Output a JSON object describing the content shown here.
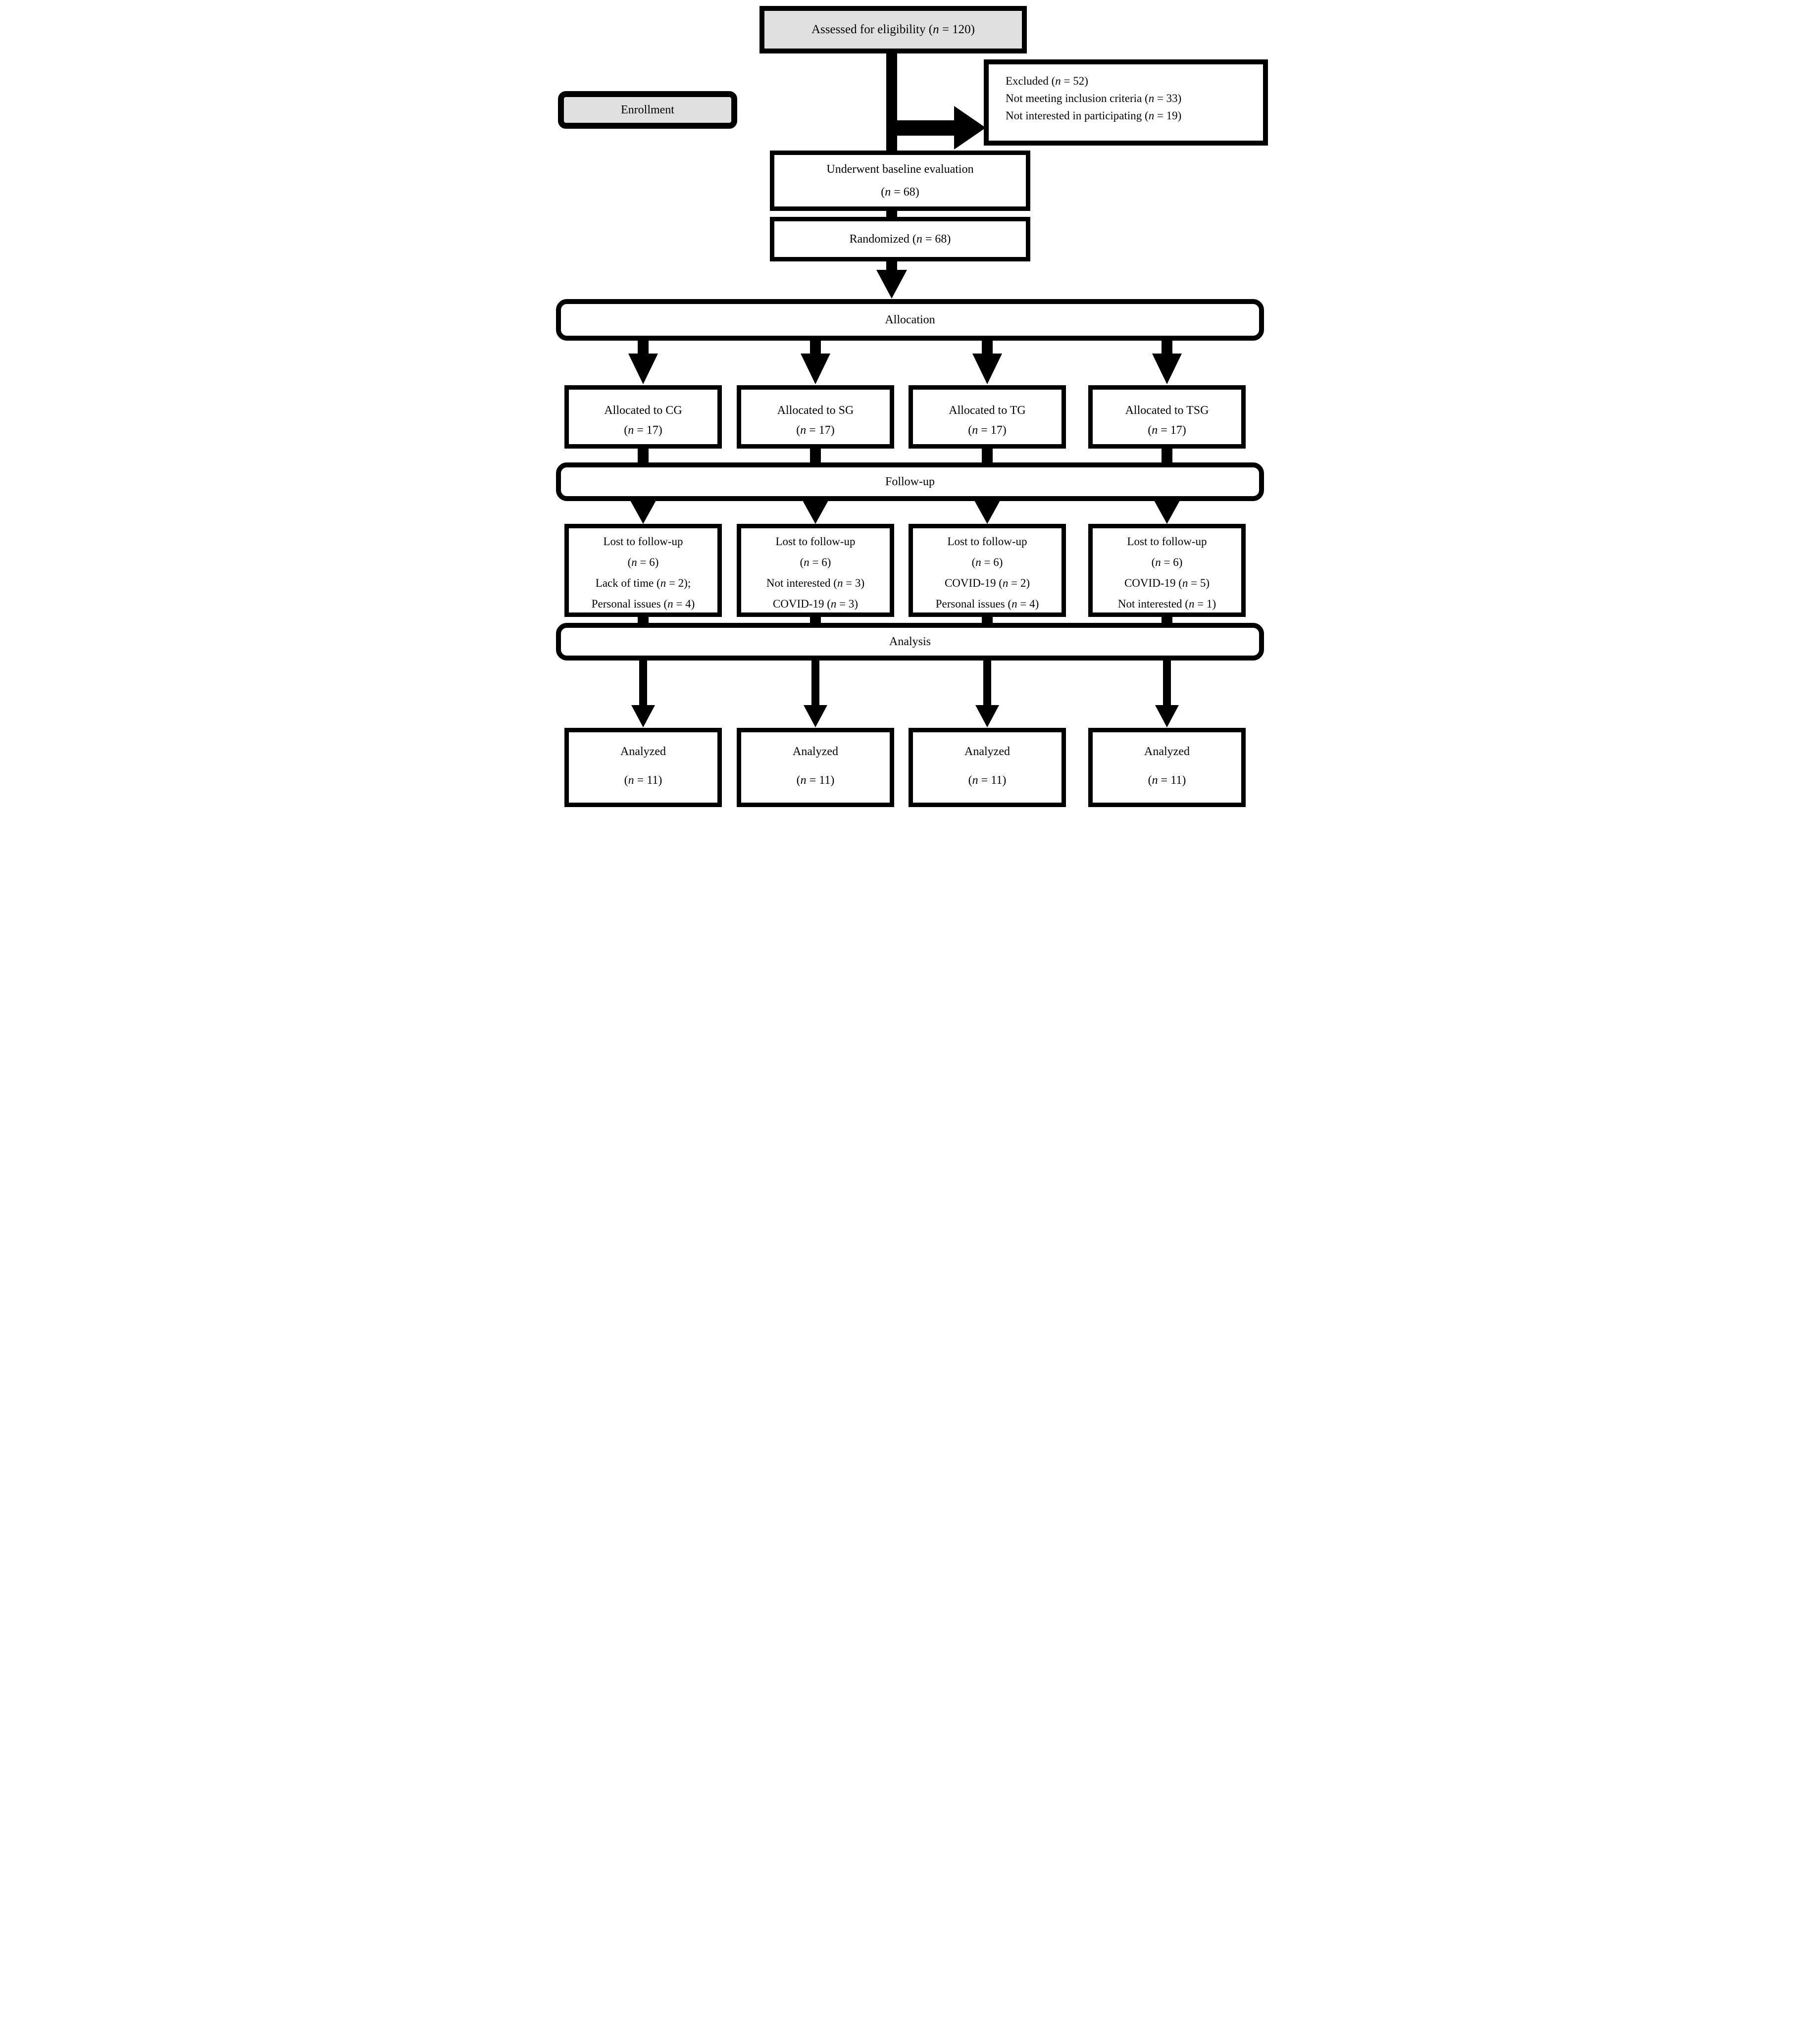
{
  "palette": {
    "line": "#000000",
    "stage_fill": "#e0e0e0",
    "box_fill": "#ffffff"
  },
  "stage_labels": {
    "enrollment": "Enrollment",
    "allocation": "Allocation",
    "followup": "Follow-up",
    "analysis": "Analysis"
  },
  "assessed": {
    "text": "Assessed for eligibility (n = 120)"
  },
  "excluded": {
    "lines": [
      "Excluded (n = 52)",
      "Not meeting inclusion criteria (n = 33)",
      "Not interested in participating (n = 19)"
    ]
  },
  "baseline": {
    "lines": [
      "Underwent baseline evaluation",
      "(n = 68)"
    ]
  },
  "randomized": {
    "text": "Randomized (n = 68)"
  },
  "groups": [
    {
      "allocated_lines": [
        "Allocated to CG",
        "(n = 17)"
      ],
      "lost_lines": [
        "Lost to follow-up",
        "(n = 6)",
        "Lack of time (n = 2);",
        "Personal issues (n = 4)"
      ],
      "analyzed_lines": [
        "Analyzed",
        "(n = 11)"
      ]
    },
    {
      "allocated_lines": [
        "Allocated to SG",
        "(n = 17)"
      ],
      "lost_lines": [
        "Lost to follow-up",
        "(n = 6)",
        "Not interested (n = 3)",
        "COVID-19 (n = 3)"
      ],
      "analyzed_lines": [
        "Analyzed",
        "(n = 11)"
      ]
    },
    {
      "allocated_lines": [
        "Allocated to TG",
        "(n = 17)"
      ],
      "lost_lines": [
        "Lost to follow-up",
        "(n = 6)",
        "COVID-19 (n = 2)",
        "Personal issues (n = 4)"
      ],
      "analyzed_lines": [
        "Analyzed",
        "(n = 11)"
      ]
    },
    {
      "allocated_lines": [
        "Allocated to TSG",
        "(n = 17)"
      ],
      "lost_lines": [
        "Lost to follow-up",
        "(n = 6)",
        "COVID-19 (n = 5)",
        "Not interested (n = 1)"
      ],
      "analyzed_lines": [
        "Analyzed",
        "(n = 11)"
      ]
    }
  ]
}
